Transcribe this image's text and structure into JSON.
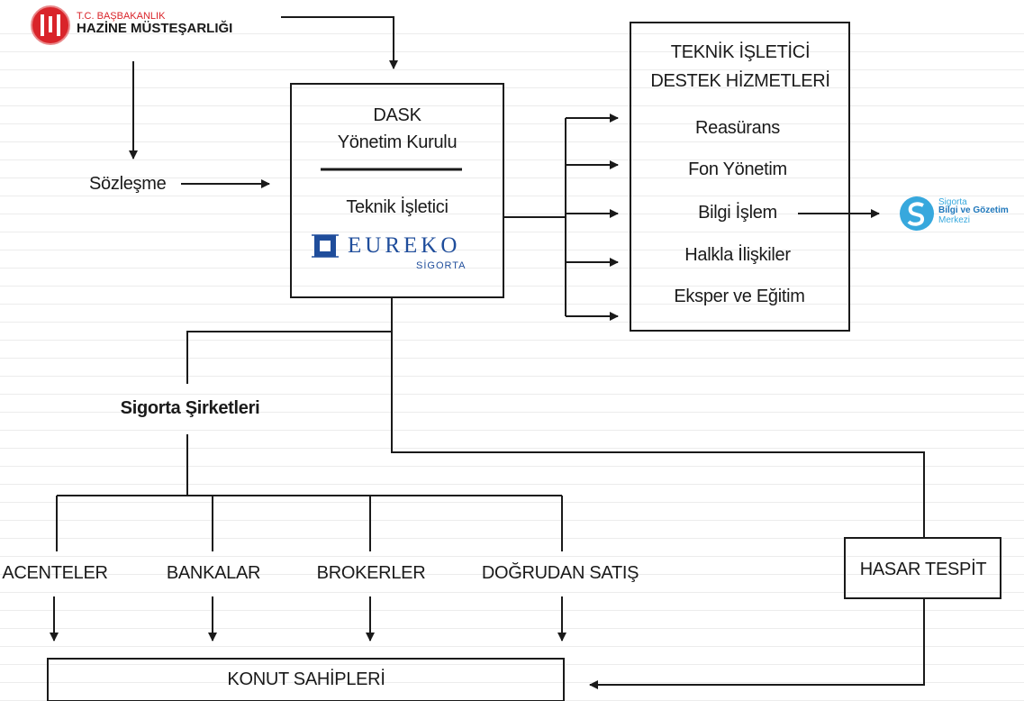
{
  "logos": {
    "hazine": {
      "line1": "T.C. BAŞBAKANLIK",
      "line2": "HAZİNE MÜSTEŞARLIĞI",
      "color": "#d9242a"
    },
    "eureko": {
      "name": "EUREKO",
      "sub": "SİGORTA",
      "color": "#1f4d9b"
    },
    "sbm": {
      "line1": "Sigorta",
      "line2": "Bilgi ve Gözetim",
      "line3": "Merkezi",
      "color": "#37a8dd"
    }
  },
  "nodes": {
    "sozlesme": "Sözleşme",
    "dask_line1": "DASK",
    "dask_line2": "Yönetim Kurulu",
    "teknik_isletici": "Teknik İşletici",
    "destek_title1": "TEKNİK İŞLETİCİ",
    "destek_title2": "DESTEK HİZMETLERİ",
    "services": [
      "Reasürans",
      "Fon Yönetim",
      "Bilgi İşlem",
      "Halkla İlişkiler",
      "Eksper ve Eğitim"
    ],
    "sigorta_sirketleri": "Sigorta Şirketleri",
    "channels": [
      "ACENTELER",
      "BANKALAR",
      "BROKERLER",
      "DOĞRUDAN SATIŞ"
    ],
    "hasar_tespit": "HASAR TESPİT",
    "konut_sahipleri": "KONUT SAHİPLERİ"
  }
}
